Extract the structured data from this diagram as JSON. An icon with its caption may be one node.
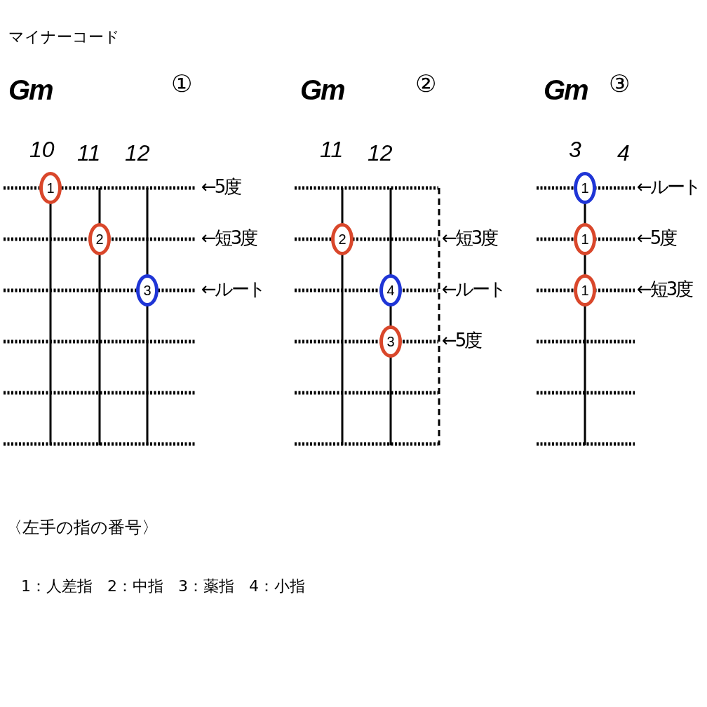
{
  "diagram": {
    "title": "マイナーコード",
    "nodes": [
      {
        "text": [
          "1"
        ]
      },
      {
        "text": [
          "2"
        ]
      },
      {
        "text": [
          "3"
        ]
      },
      {
        "text": [
          "2"
        ]
      },
      {
        "text": [
          "4"
        ]
      },
      {
        "text": [
          "3"
        ]
      },
      {
        "text": [
          "1"
        ]
      },
      {
        "text": [
          "1"
        ]
      },
      {
        "text": [
          "1"
        ]
      }
    ],
    "labels": [
      "Gm",
      "①",
      "Gm",
      "②",
      "Gm",
      "③",
      "10",
      "11",
      "12",
      "11",
      "12",
      "3",
      "4",
      "←5度",
      "←短3度",
      "←ルート",
      "←短3度",
      "←ルート",
      "←5度",
      "←ルート",
      "←5度",
      "←短3度",
      "〈左手の指の番号〉",
      "1：人差指 2：中指 3：薬指 4：小指"
    ]
  }
}
